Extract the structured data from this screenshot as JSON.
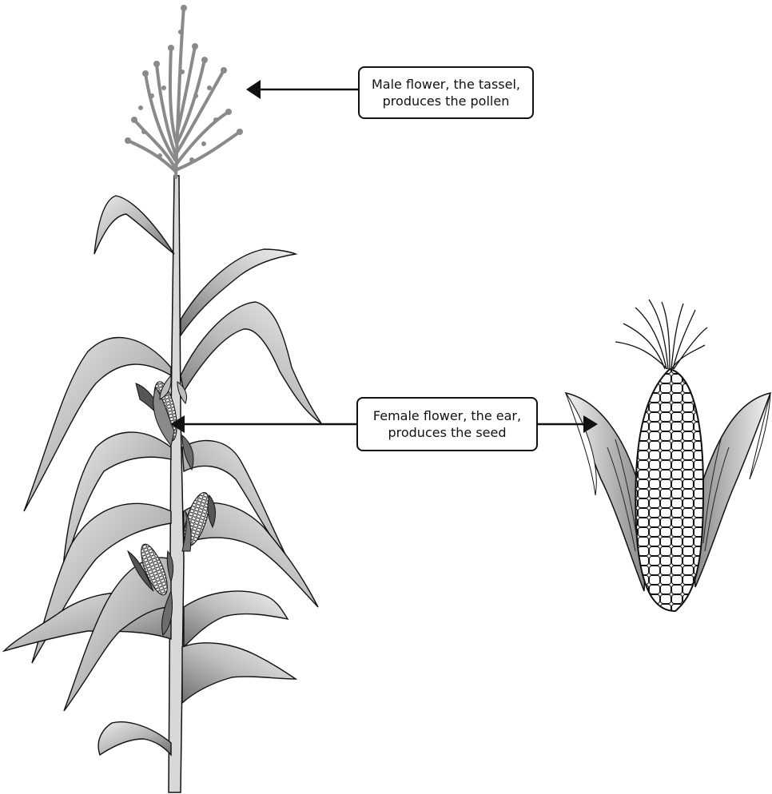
{
  "callouts": {
    "male": {
      "line1": "Male flower, the tassel,",
      "line2": "produces the pollen"
    },
    "female": {
      "line1": "Female flower, the ear,",
      "line2": "produces the seed"
    }
  },
  "colors": {
    "leaf_light": "#e6e6e6",
    "leaf_dark": "#7a7a7a",
    "tassel": "#8a8a8a",
    "outline": "#111111"
  }
}
